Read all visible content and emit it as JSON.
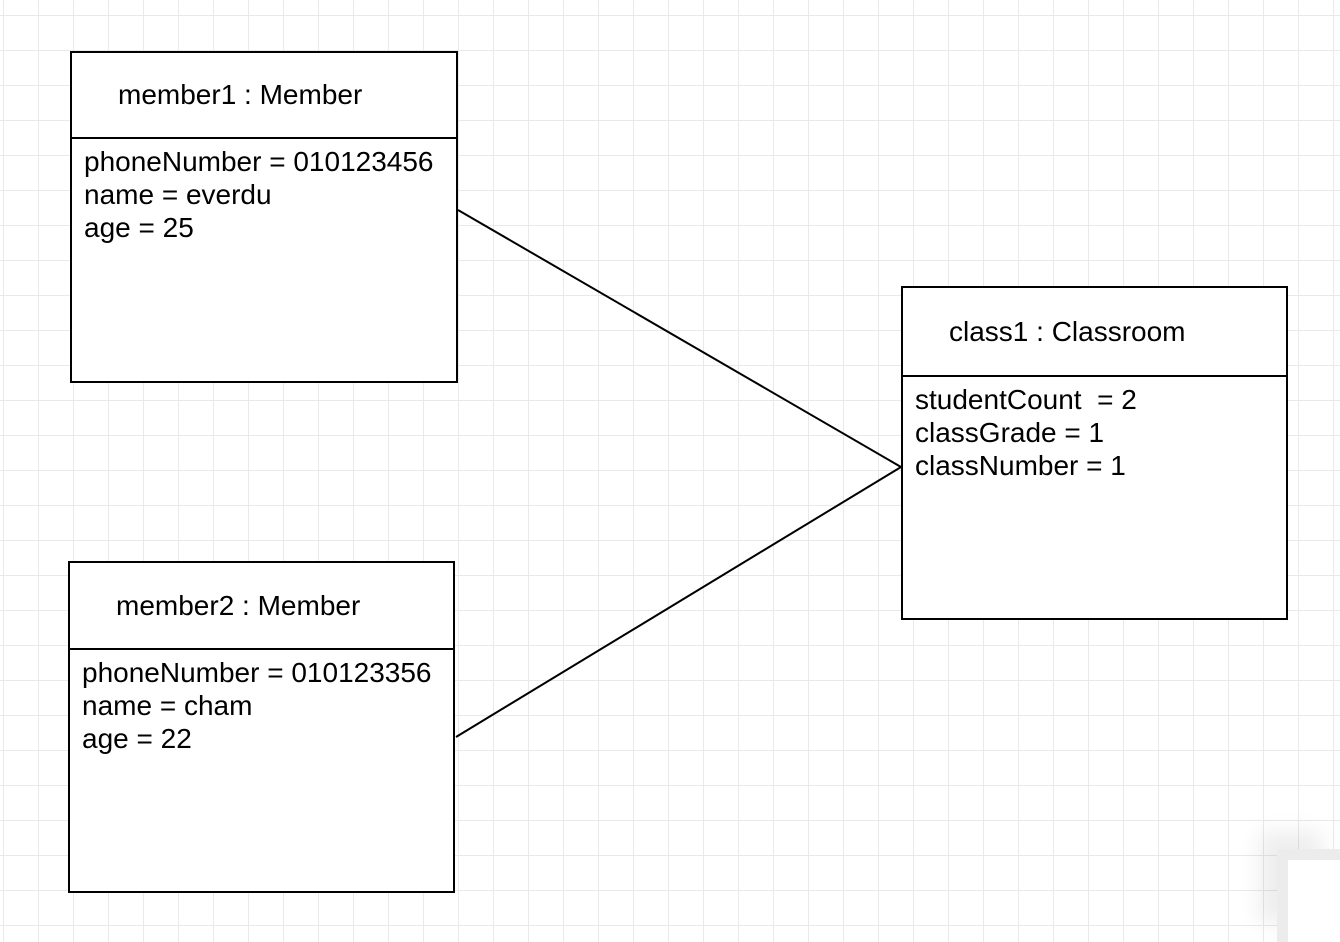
{
  "diagram": {
    "objects": [
      {
        "name": "member1",
        "title": "member1 : Member",
        "attributes": [
          "phoneNumber = 010123456",
          "name = everdu",
          "age = 25"
        ]
      },
      {
        "name": "member2",
        "title": "member2 : Member",
        "attributes": [
          "phoneNumber = 010123356",
          "name = cham",
          "age = 22"
        ]
      },
      {
        "name": "class1",
        "title": "class1 : Classroom",
        "attributes": [
          "studentCount  = 2",
          "classGrade = 1",
          "classNumber = 1"
        ]
      }
    ],
    "connectors": [
      {
        "from": "member1",
        "to": "class1"
      },
      {
        "from": "member2",
        "to": "class1"
      }
    ],
    "colors": {
      "node_border": "#000000",
      "node_fill": "#ffffff",
      "text": "#000000",
      "connector": "#000000",
      "grid_line": "#e9e9e9",
      "canvas_bg": "#ffffff",
      "page_corner_border": "#ececec"
    }
  }
}
